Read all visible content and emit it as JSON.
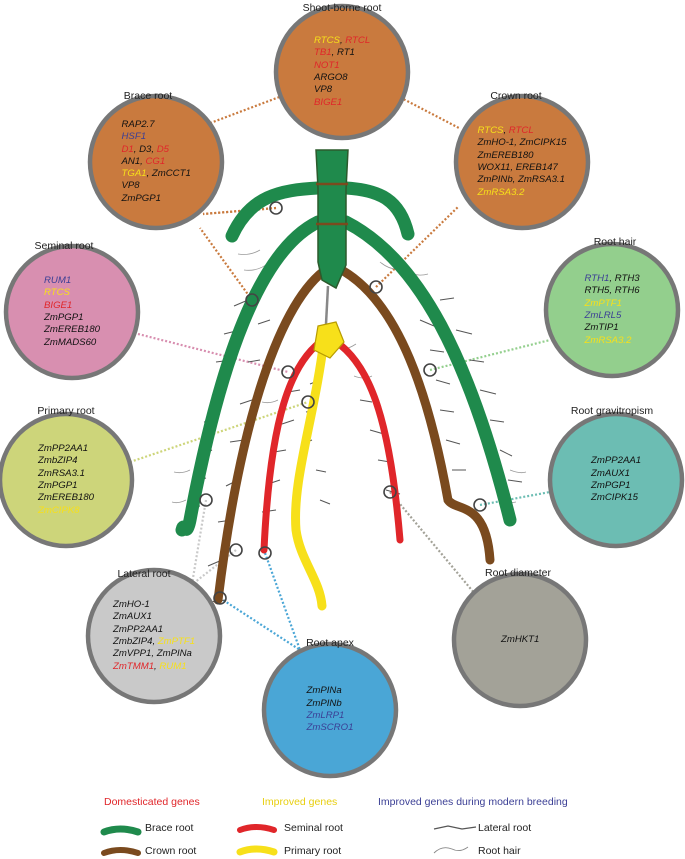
{
  "colors": {
    "domesticated": "#e0262a",
    "improved": "#f7e01a",
    "modern_breeding": "#3b3f95",
    "neutral": "#111111",
    "brace_root": "#1f8a4c",
    "crown_root": "#7a4a1e",
    "seminal_root": "#e0262a",
    "primary_root": "#f7e01a",
    "lateral_root": "#555555",
    "root_hair": "#777777"
  },
  "panels": [
    {
      "id": "shoot-borne",
      "title": "Shoot-borne root",
      "fill": "#c97a3e",
      "genes": [
        [
          {
            "t": "RTCS",
            "c": "improved"
          },
          {
            "t": ", ",
            "c": "neutral"
          },
          {
            "t": "RTCL",
            "c": "domesticated"
          }
        ],
        [
          {
            "t": "TB1",
            "c": "domesticated"
          },
          {
            "t": ", RT1",
            "c": "neutral"
          }
        ],
        [
          {
            "t": "NOT1",
            "c": "domesticated"
          }
        ],
        [
          {
            "t": "ARGO8",
            "c": "neutral"
          }
        ],
        [
          {
            "t": "VP8",
            "c": "neutral"
          }
        ],
        [
          {
            "t": "BIGE1",
            "c": "domesticated"
          }
        ]
      ]
    },
    {
      "id": "brace",
      "title": "Brace root",
      "fill": "#c97a3e",
      "genes": [
        [
          {
            "t": "RAP2.7",
            "c": "neutral"
          }
        ],
        [
          {
            "t": "HSF1",
            "c": "modern_breeding"
          }
        ],
        [
          {
            "t": "D1",
            "c": "domesticated"
          },
          {
            "t": ", D3, ",
            "c": "neutral"
          },
          {
            "t": "D5",
            "c": "domesticated"
          }
        ],
        [
          {
            "t": "AN1, ",
            "c": "neutral"
          },
          {
            "t": "CG1",
            "c": "domesticated"
          }
        ],
        [
          {
            "t": "TGA1",
            "c": "improved"
          },
          {
            "t": ", ZmCCT1",
            "c": "neutral"
          }
        ],
        [
          {
            "t": "VP8",
            "c": "neutral"
          }
        ],
        [
          {
            "t": "ZmPGP1",
            "c": "neutral"
          }
        ]
      ]
    },
    {
      "id": "crown",
      "title": "Crown root",
      "fill": "#c97a3e",
      "genes": [
        [
          {
            "t": "RTCS",
            "c": "improved"
          },
          {
            "t": ", ",
            "c": "neutral"
          },
          {
            "t": "RTCL",
            "c": "domesticated"
          }
        ],
        [
          {
            "t": "ZmHO-1, ZmCIPK15",
            "c": "neutral"
          }
        ],
        [
          {
            "t": "ZmEREB180",
            "c": "neutral"
          }
        ],
        [
          {
            "t": "WOX11, EREB147",
            "c": "neutral"
          }
        ],
        [
          {
            "t": "ZmPINb, ZmRSA3.1",
            "c": "neutral"
          }
        ],
        [
          {
            "t": "ZmRSA3.2",
            "c": "improved"
          }
        ]
      ]
    },
    {
      "id": "seminal",
      "title": "Seminal root",
      "fill": "#d88fb0",
      "genes": [
        [
          {
            "t": "RUM1",
            "c": "modern_breeding"
          }
        ],
        [
          {
            "t": "RTCS",
            "c": "improved"
          }
        ],
        [
          {
            "t": "BIGE1",
            "c": "domesticated"
          }
        ],
        [
          {
            "t": "ZmPGP1",
            "c": "neutral"
          }
        ],
        [
          {
            "t": "ZmEREB180",
            "c": "neutral"
          }
        ],
        [
          {
            "t": "ZmMADS60",
            "c": "neutral"
          }
        ]
      ]
    },
    {
      "id": "root-hair",
      "title": "Root hair",
      "fill": "#93cf8d",
      "genes": [
        [
          {
            "t": "RTH1",
            "c": "modern_breeding"
          },
          {
            "t": ", RTH3",
            "c": "neutral"
          }
        ],
        [
          {
            "t": "RTH5, RTH6",
            "c": "neutral"
          }
        ],
        [
          {
            "t": "ZmPTF1",
            "c": "improved"
          }
        ],
        [
          {
            "t": "ZmLRL5",
            "c": "modern_breeding"
          }
        ],
        [
          {
            "t": "ZmTIP1",
            "c": "neutral"
          }
        ],
        [
          {
            "t": "ZmRSA3.2",
            "c": "improved"
          }
        ]
      ]
    },
    {
      "id": "primary",
      "title": "Primary root",
      "fill": "#cdd57a",
      "genes": [
        [
          {
            "t": "ZmPP2AA1",
            "c": "neutral"
          }
        ],
        [
          {
            "t": "ZmbZIP4",
            "c": "neutral"
          }
        ],
        [
          {
            "t": "ZmRSA3.1",
            "c": "neutral"
          }
        ],
        [
          {
            "t": "ZmPGP1",
            "c": "neutral"
          }
        ],
        [
          {
            "t": "ZmEREB180",
            "c": "neutral"
          }
        ],
        [
          {
            "t": "ZmCIPK8",
            "c": "improved"
          }
        ]
      ]
    },
    {
      "id": "gravitropism",
      "title": "Root gravitropism",
      "fill": "#6cbdb3",
      "genes": [
        [
          {
            "t": "ZmPP2AA1",
            "c": "neutral"
          }
        ],
        [
          {
            "t": "ZmAUX1",
            "c": "neutral"
          }
        ],
        [
          {
            "t": "ZmPGP1",
            "c": "neutral"
          }
        ],
        [
          {
            "t": "ZmCIPK15",
            "c": "neutral"
          }
        ]
      ]
    },
    {
      "id": "lateral",
      "title": "Lateral root",
      "fill": "#c9c9c9",
      "genes": [
        [
          {
            "t": "ZmHO-1",
            "c": "neutral"
          }
        ],
        [
          {
            "t": "ZmAUX1",
            "c": "neutral"
          }
        ],
        [
          {
            "t": "ZmPP2AA1",
            "c": "neutral"
          }
        ],
        [
          {
            "t": "ZmbZIP4, ",
            "c": "neutral"
          },
          {
            "t": "ZmPTF1",
            "c": "improved"
          }
        ],
        [
          {
            "t": "ZmVPP1, ZmPINa",
            "c": "neutral"
          }
        ],
        [
          {
            "t": "ZmTMM1",
            "c": "domesticated"
          },
          {
            "t": ", ",
            "c": "neutral"
          },
          {
            "t": "RUM1",
            "c": "improved"
          }
        ]
      ]
    },
    {
      "id": "diameter",
      "title": "Root diameter",
      "fill": "#a3a298",
      "genes": [
        [
          {
            "t": "ZmHKT1",
            "c": "neutral"
          }
        ]
      ]
    },
    {
      "id": "apex",
      "title": "Root apex",
      "fill": "#4aa6d6",
      "genes": [
        [
          {
            "t": "ZmPINa",
            "c": "neutral"
          }
        ],
        [
          {
            "t": "ZmPINb",
            "c": "neutral"
          }
        ],
        [
          {
            "t": "ZmLRP1",
            "c": "modern_breeding"
          }
        ],
        [
          {
            "t": "ZmSCRO1",
            "c": "modern_breeding"
          }
        ]
      ]
    }
  ],
  "legend": {
    "domesticated_label": "Domesticated genes",
    "improved_label": "Improved genes",
    "modern_label": "Improved genes during modern breeding",
    "brace_root_label": "Brace root",
    "seminal_root_label": "Seminal root",
    "lateral_root_label": "Lateral root",
    "crown_root_label": "Crown root",
    "primary_root_label": "Primary root",
    "root_hair_label": "Root hair"
  }
}
